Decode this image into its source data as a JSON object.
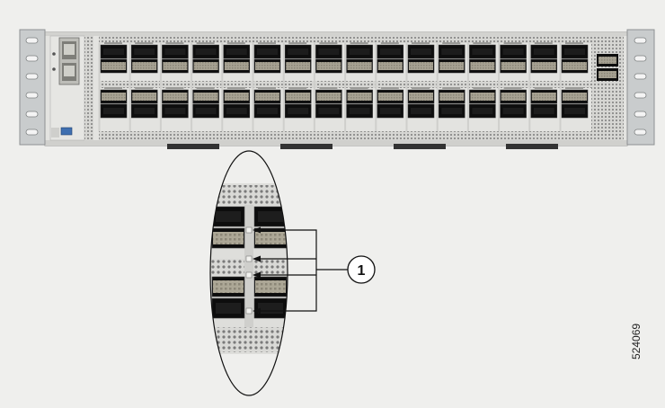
{
  "figure": {
    "callout_number": "1",
    "figure_id": "524069",
    "device": {
      "port_rows": 4,
      "port_columns": 16,
      "side_ports": 2
    },
    "zoom_detail": {
      "indicator_leds": 4
    },
    "colors": {
      "background": "#efefed",
      "chassis": "#e2e2df",
      "ear": "#c8cbcc",
      "port_cage": "#0d0d0d",
      "transceiver": "#a19c8e",
      "vent": "#8c8c8c",
      "callout": "#111111"
    }
  }
}
